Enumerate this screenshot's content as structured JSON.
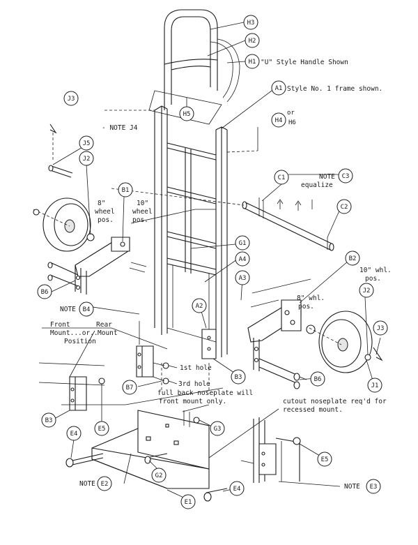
{
  "callouts": [
    {
      "id": "H3",
      "label": "H3"
    },
    {
      "id": "H2",
      "label": "H2"
    },
    {
      "id": "H1",
      "label": "H1"
    },
    {
      "id": "A1",
      "label": "A1"
    },
    {
      "id": "J3a",
      "label": "J3"
    },
    {
      "id": "H5",
      "label": "H5"
    },
    {
      "id": "H4",
      "label": "H4"
    },
    {
      "id": "J5",
      "label": "J5"
    },
    {
      "id": "J2a",
      "label": "J2"
    },
    {
      "id": "B1",
      "label": "B1"
    },
    {
      "id": "C1",
      "label": "C1"
    },
    {
      "id": "C3",
      "label": "C3"
    },
    {
      "id": "C2",
      "label": "C2"
    },
    {
      "id": "G1",
      "label": "G1"
    },
    {
      "id": "A4",
      "label": "A4"
    },
    {
      "id": "B2",
      "label": "B2"
    },
    {
      "id": "A3",
      "label": "A3"
    },
    {
      "id": "B6a",
      "label": "B6"
    },
    {
      "id": "J2b",
      "label": "J2"
    },
    {
      "id": "B4",
      "label": "B4"
    },
    {
      "id": "A2",
      "label": "A2"
    },
    {
      "id": "J3b",
      "label": "J3"
    },
    {
      "id": "B3a",
      "label": "B3"
    },
    {
      "id": "B6b",
      "label": "B6"
    },
    {
      "id": "J1",
      "label": "J1"
    },
    {
      "id": "B7",
      "label": "B7"
    },
    {
      "id": "B3b",
      "label": "B3"
    },
    {
      "id": "E5a",
      "label": "E5"
    },
    {
      "id": "G3",
      "label": "G3"
    },
    {
      "id": "E4a",
      "label": "E4"
    },
    {
      "id": "E5b",
      "label": "E5"
    },
    {
      "id": "G2",
      "label": "G2"
    },
    {
      "id": "E2",
      "label": "E2"
    },
    {
      "id": "E4b",
      "label": "E4"
    },
    {
      "id": "E3",
      "label": "E3"
    },
    {
      "id": "E1",
      "label": "E1"
    }
  ],
  "notes": {
    "h1_text": "\"U\" Style Handle Shown",
    "a1_text": "Style No. 1 frame shown.",
    "h4_or": "or",
    "h4_h6": "H6",
    "note_j4": "- NOTE J4",
    "note_c3": "NOTE",
    "equalize": "equalize",
    "wheel8_l1": "8\"",
    "wheel8_l2": "wheel",
    "wheel8_l3": "pos.",
    "wheel10_l1": "10\"",
    "wheel10_l2": "wheel",
    "wheel10_l3": "pos.",
    "whl10_l1": "10\" whl.",
    "whl10_l2": "pos.",
    "whl8_l1": "8\" whl.",
    "whl8_l2": "pos.",
    "note_b4": "NOTE",
    "front_l1": "Front",
    "front_l2": "Mount...or..",
    "rear_l1": "Rear",
    "rear_l2": "Mount",
    "position": "Position",
    "first_hole": "1st hole",
    "third_hole": "3rd hole",
    "fullback_l1": "full back noseplate will",
    "fullback_l2": "front mount only.",
    "cutout_l1": "cutout noseplate req'd for",
    "cutout_l2": "recessed mount.",
    "note_e2": "NOTE",
    "note_e3": "NOTE"
  }
}
